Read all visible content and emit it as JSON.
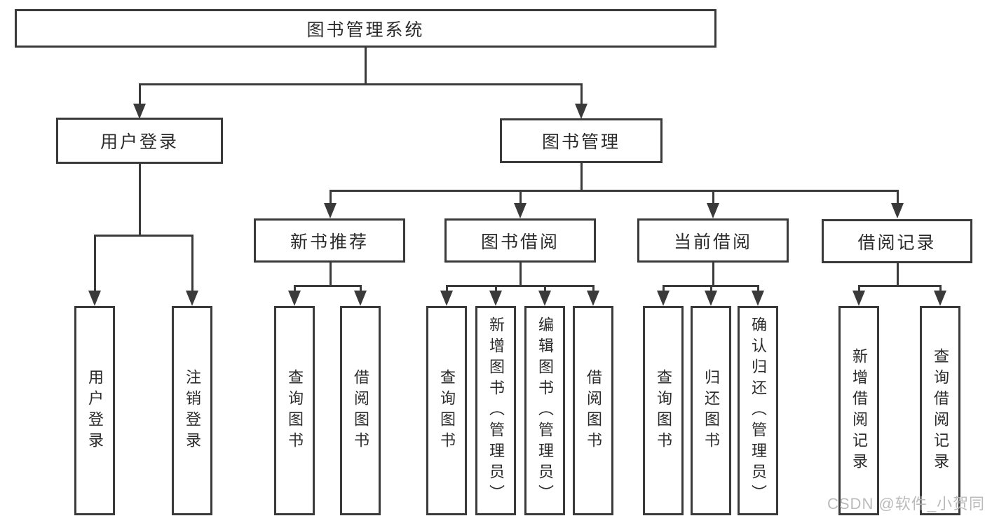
{
  "nodes": {
    "root": "图书管理系统",
    "user_login": "用户登录",
    "book_management": "图书管理",
    "new_book_recommendation": "新书推荐",
    "book_borrowing": "图书借阅",
    "current_borrowing": "当前借阅",
    "borrowing_records": "借阅记录",
    "login_children": [
      "用户登录",
      "注销登录"
    ],
    "new_book_children": [
      "查询图书",
      "借阅图书"
    ],
    "borrowing_children": [
      "查询图书",
      "新增图书（管理员）",
      "编辑图书（管理员）",
      "借阅图书"
    ],
    "current_children": [
      "查询图书",
      "归还图书",
      "确认归还（管理员）"
    ],
    "records_children": [
      "新增借阅记录",
      "查询借阅记录"
    ]
  },
  "watermark": "CSDN @软件_小贺同学",
  "colors": {
    "line": "#3a3a3a",
    "text": "#2b2b2b",
    "watermark": "#b4b4b4",
    "background": "#ffffff"
  }
}
